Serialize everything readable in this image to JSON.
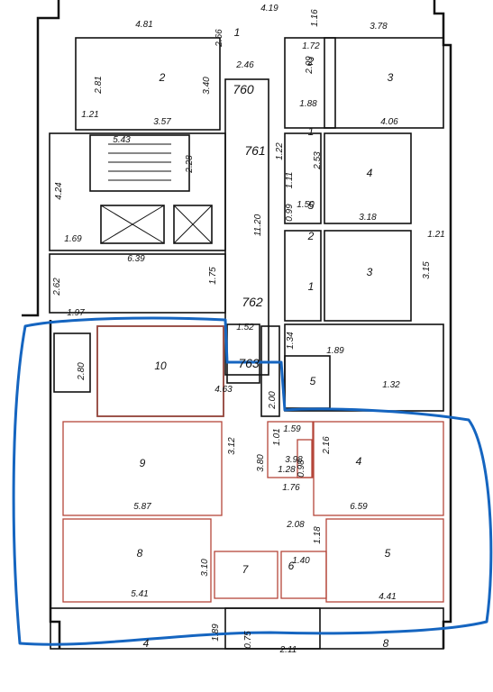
{
  "colors": {
    "wall": "#111111",
    "apt_outline": "#b5463a",
    "highlight": "#1565c0",
    "sect_num": "#b5463a"
  },
  "section_numbers": [
    "760",
    "761",
    "762",
    "763"
  ],
  "room_numbers": [
    "1",
    "2",
    "3",
    "4",
    "5",
    "6",
    "7",
    "8",
    "9",
    "10"
  ],
  "dimensions": [
    "4.81",
    "4.19",
    "1.16",
    "3.78",
    "2.66",
    "1.72",
    "2.81",
    "3.40",
    "2.09",
    "2.46",
    "1.21",
    "3.57",
    "1.88",
    "4.06",
    "5.43",
    "1.22",
    "2.28",
    "2.53",
    "4.24",
    "1.11",
    "1.50",
    "0.99",
    "3.18",
    "11.20",
    "1.69",
    "6.39",
    "1.21",
    "3.15",
    "1.75",
    "2.62",
    "1.97",
    "1.52",
    "1.34",
    "1.89",
    "2.80",
    "4.63",
    "2.00",
    "1.32",
    "1.59",
    "1.01",
    "3.98",
    "0.98",
    "1.28",
    "3.12",
    "3.80",
    "2.16",
    "1.76",
    "5.87",
    "6.59",
    "2.08",
    "1.18",
    "1.40",
    "3.10",
    "5.41",
    "4.41",
    "1.89",
    "0.75",
    "2.11"
  ],
  "highlight_note": ""
}
